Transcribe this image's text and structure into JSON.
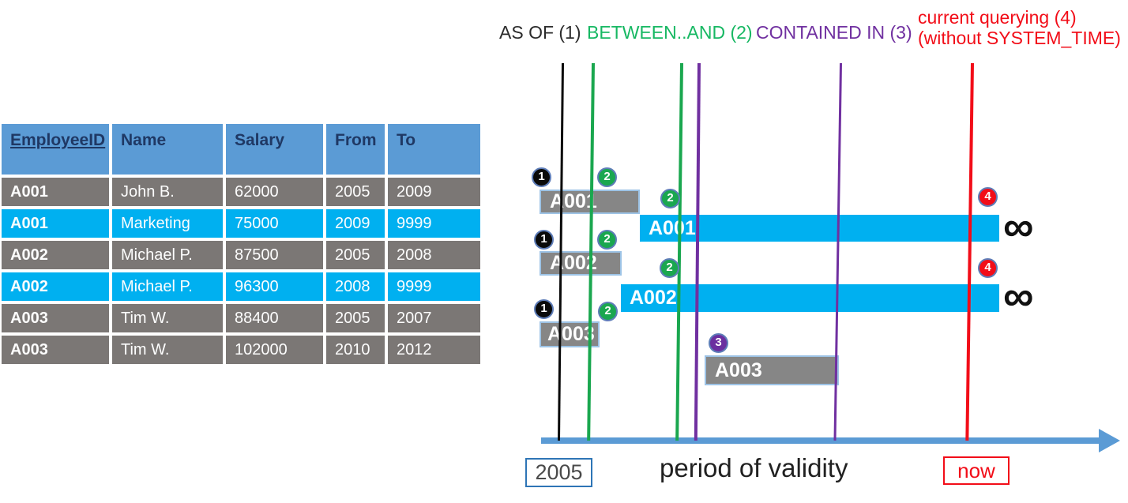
{
  "table": {
    "headers": [
      "EmployeeID",
      "Name",
      "Salary",
      "From",
      "To"
    ],
    "rows": [
      {
        "cells": [
          "A001",
          "John  B.",
          "62000",
          "2005",
          "2009"
        ],
        "highlighted": false
      },
      {
        "cells": [
          "A001",
          "Marketing",
          "75000",
          "2009",
          "9999"
        ],
        "highlighted": true
      },
      {
        "cells": [
          "A002",
          "Michael P.",
          "87500",
          "2005",
          "2008"
        ],
        "highlighted": false
      },
      {
        "cells": [
          "A002",
          "Michael P.",
          "96300",
          "2008",
          "9999"
        ],
        "highlighted": true
      },
      {
        "cells": [
          "A003",
          "Tim W.",
          "88400",
          "2005",
          "2007"
        ],
        "highlighted": false
      },
      {
        "cells": [
          "A003",
          "Tim W.",
          "102000",
          "2010",
          "2012"
        ],
        "highlighted": false
      }
    ]
  },
  "legend": {
    "as_of": "AS OF (1)",
    "between_and": "BETWEEN..AND (2)",
    "contained_in": "CONTAINED IN (3)",
    "current_line1": "current querying (4)",
    "current_line2": "(without SYSTEM_TIME)"
  },
  "diagram": {
    "bars": [
      {
        "label": "A001",
        "kind": "history"
      },
      {
        "label": "A001",
        "kind": "current"
      },
      {
        "label": "A002",
        "kind": "history"
      },
      {
        "label": "A002",
        "kind": "current"
      },
      {
        "label": "A003",
        "kind": "history"
      },
      {
        "label": "A003",
        "kind": "history"
      }
    ],
    "badges": [
      "1",
      "2",
      "2",
      "1",
      "2",
      "2",
      "1",
      "2",
      "3",
      "4",
      "4"
    ],
    "infinity_symbol": "∞",
    "axis": {
      "start": "2005",
      "label": "period of validity",
      "end": "now"
    }
  },
  "colors": {
    "header_blue": "#5B9BD5",
    "header_text": "#1F3864",
    "row_gray": "#7b7775",
    "row_cyan": "#00B0F0",
    "bar_gray": "#868686",
    "bar_border_blue": "#9DC3E6",
    "green_line": "#1aa74f",
    "green_text": "#17b863",
    "purple": "#7030A0",
    "red": "#f20d18",
    "black": "#0a0a0a",
    "badge_ring": "#5e7db8",
    "timeline_blue": "#5B9BD5",
    "year_box_border": "#2E75B6"
  }
}
